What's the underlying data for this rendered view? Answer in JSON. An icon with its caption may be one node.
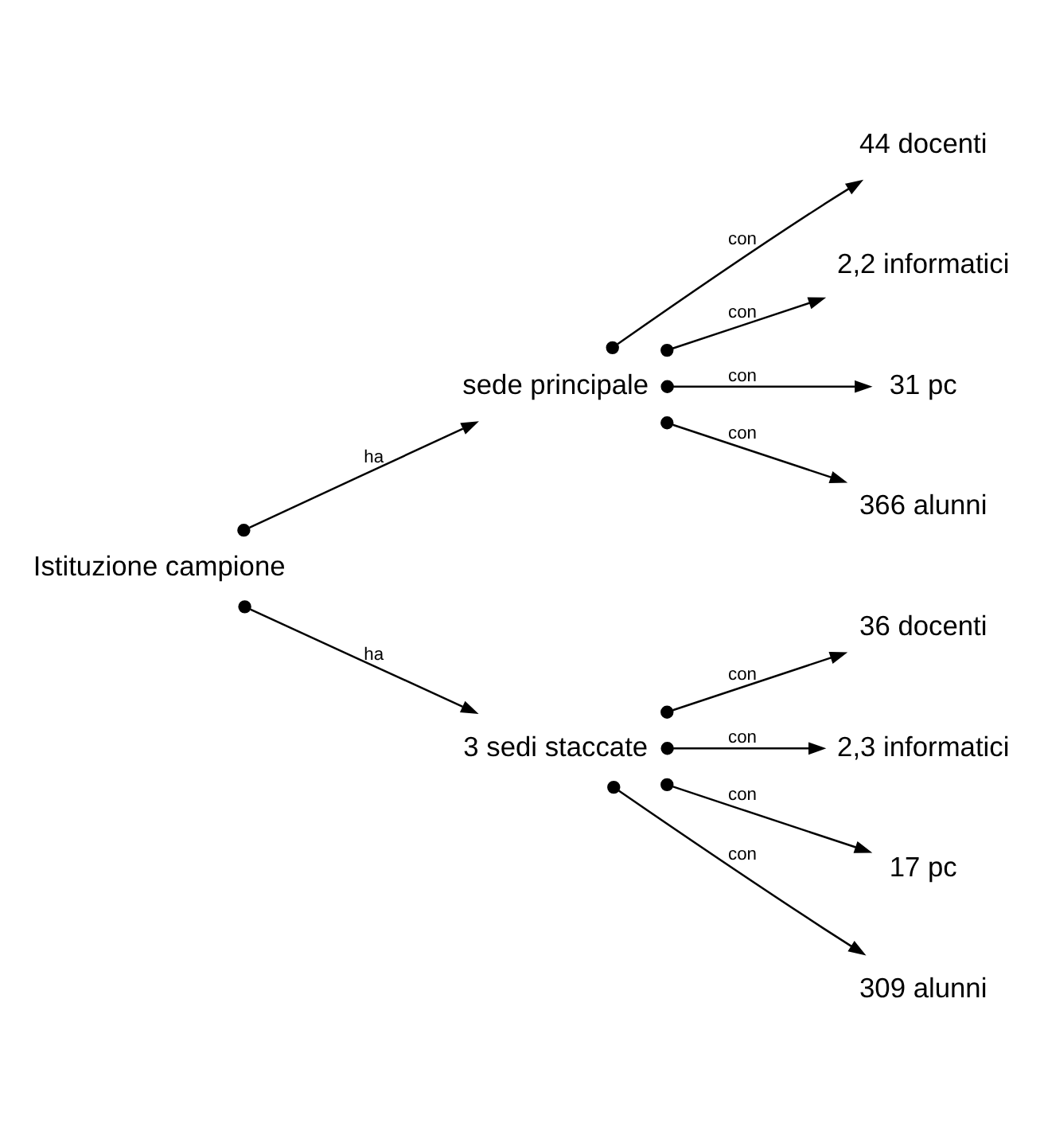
{
  "diagram": {
    "nodes": [
      {
        "text": [
          "Istituzione campione"
        ]
      },
      {
        "text": [
          "sede principale"
        ]
      },
      {
        "text": [
          "44 docenti"
        ]
      },
      {
        "text": [
          "2,2 informatici"
        ]
      },
      {
        "text": [
          "31 pc"
        ]
      },
      {
        "text": [
          "366 alunni"
        ]
      },
      {
        "text": [
          "3 sedi staccate"
        ]
      },
      {
        "text": [
          "36 docenti"
        ]
      },
      {
        "text": [
          "2,3 informatici"
        ]
      },
      {
        "text": [
          "17 pc"
        ]
      },
      {
        "text": [
          "309 alunni"
        ]
      }
    ],
    "edges": [
      {
        "from": 0,
        "to": 1,
        "arrow": "to",
        "label": "ha"
      },
      {
        "from": 0,
        "to": 6,
        "arrow": "to",
        "label": "ha"
      },
      {
        "from": 1,
        "to": 2,
        "arrow": "to",
        "label": "con"
      },
      {
        "from": 1,
        "to": 3,
        "arrow": "to",
        "label": "con"
      },
      {
        "from": 1,
        "to": 4,
        "arrow": "to",
        "label": "con"
      },
      {
        "from": 1,
        "to": 5,
        "arrow": "to",
        "label": "con"
      },
      {
        "from": 6,
        "to": 7,
        "arrow": "to",
        "label": "con"
      },
      {
        "from": 6,
        "to": 8,
        "arrow": "to",
        "label": "con"
      },
      {
        "from": 6,
        "to": 9,
        "arrow": "to",
        "label": "con"
      },
      {
        "from": 6,
        "to": 10,
        "arrow": "to",
        "label": "con"
      }
    ]
  }
}
